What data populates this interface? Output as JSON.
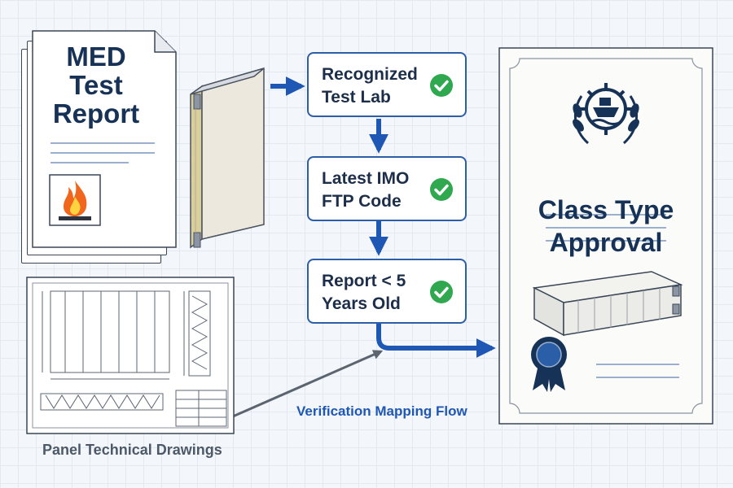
{
  "report": {
    "lines": [
      "MED",
      "Test",
      "Report"
    ]
  },
  "steps": [
    {
      "lines": [
        "Recognized",
        "Test Lab"
      ]
    },
    {
      "lines": [
        "Latest IMO",
        "FTP Code"
      ]
    },
    {
      "lines": [
        "Report < 5",
        "Years Old"
      ]
    }
  ],
  "certificate": {
    "lines": [
      "Class Type",
      "Approval"
    ]
  },
  "captions": {
    "flow": "Verification Mapping Flow",
    "drawings": "Panel Technical Drawings"
  },
  "colors": {
    "navy": "#173257",
    "accent_blue": "#1f57b5",
    "check_green": "#2fa84f",
    "flame_orange": "#f0661c",
    "panel_beige": "#e9e2c8"
  }
}
